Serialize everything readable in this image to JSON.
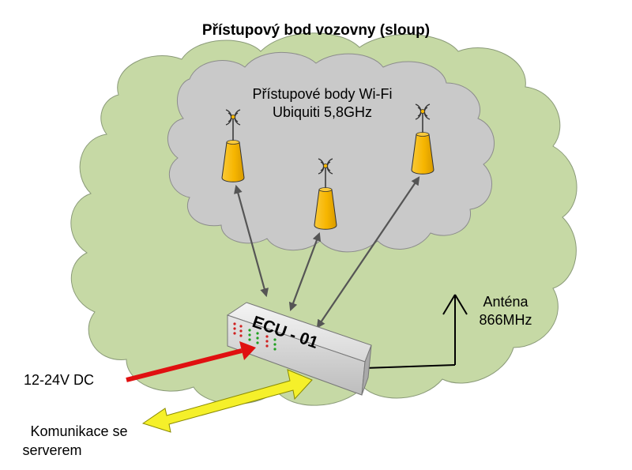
{
  "title": "Přístupový bod vozovny (sloup)",
  "wifi_group": {
    "line1": "Přístupové body Wi-Fi",
    "line2": "Ubiquiti 5,8GHz"
  },
  "ecu_label": "ECU - 01",
  "antenna": {
    "line1": "Anténa",
    "line2": "866MHz"
  },
  "power_label": "12-24V DC",
  "communication": {
    "line1": "Komunikace se",
    "line2": "serverem"
  },
  "colors": {
    "outer_cloud": "#c6d9a5",
    "inner_cloud": "#c9c9c9",
    "access_point": "#f7b600",
    "power_arrow": "#e01010",
    "comm_arrow": "#f5f02a",
    "link_arrow": "#555555",
    "ecu_body": "#dcdcdc"
  }
}
